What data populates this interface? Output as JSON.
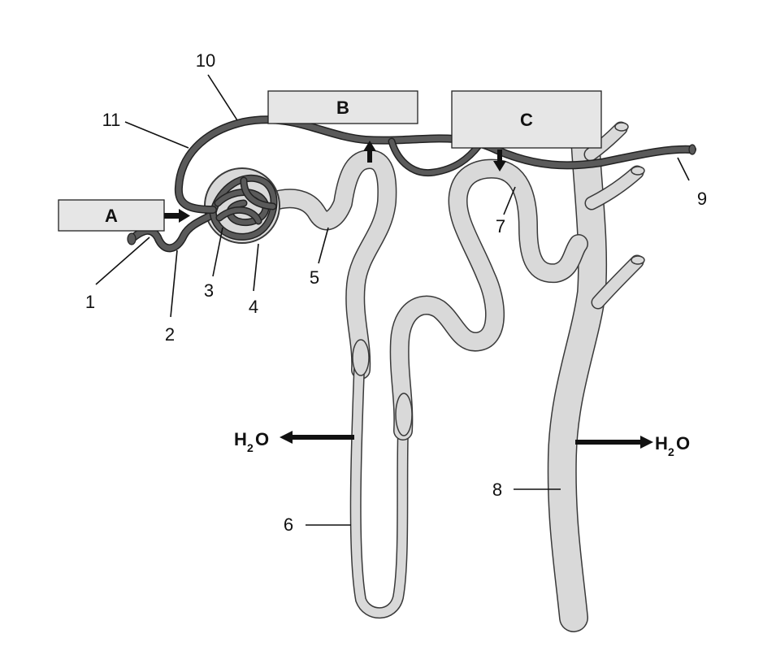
{
  "boxes": {
    "a": "A",
    "b": "B",
    "c": "C"
  },
  "labels": {
    "n1": "1",
    "n2": "2",
    "n3": "3",
    "n4": "4",
    "n5": "5",
    "n6": "6",
    "n7": "7",
    "n8": "8",
    "n9": "9",
    "n10": "10",
    "n11": "11"
  },
  "water": {
    "left_main": "H",
    "left_sub": "2",
    "left_tail": "O",
    "right_main": "H",
    "right_sub": "2",
    "right_tail": "O"
  },
  "colors": {
    "tubule_fill": "#d9d9d9",
    "vessel_fill": "#5a5a5a",
    "box_fill": "#e6e6e6"
  }
}
